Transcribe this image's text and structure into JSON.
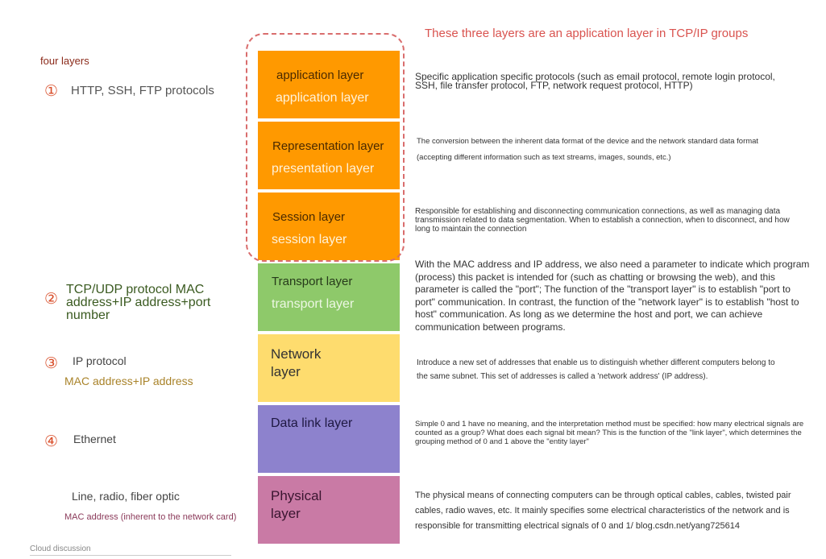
{
  "header": {
    "top_note": "These three layers are an application layer in TCP/IP groups",
    "four_layers": "four layers"
  },
  "left": {
    "group1": {
      "num": "①",
      "label": "HTTP, SSH, FTP protocols"
    },
    "group2": {
      "num": "②",
      "label": "TCP/UDP protocol MAC address+IP address+port number"
    },
    "group3": {
      "num": "③",
      "label": "IP protocol",
      "sub": "MAC address+IP address"
    },
    "group4": {
      "num": "④",
      "label": "Ethernet"
    },
    "group5": {
      "label": "Line, radio, fiber optic",
      "sub": "MAC address (inherent to the network card)"
    }
  },
  "layers": [
    {
      "name": "application layer",
      "alt": "application layer",
      "color": "#ff9900"
    },
    {
      "name": "Representation layer",
      "alt": "presentation layer",
      "color": "#ff9900"
    },
    {
      "name": "Session layer",
      "alt": "session layer",
      "color": "#ff9900"
    },
    {
      "name": "Transport layer",
      "alt": "transport layer",
      "color": "#8ec96a"
    },
    {
      "name": "Network layer",
      "alt": "",
      "color": "#fedc6e"
    },
    {
      "name": "Data link layer",
      "alt": "",
      "color": "#8d82cd"
    },
    {
      "name": "Physical layer",
      "alt": "",
      "color": "#c97aa5"
    }
  ],
  "descriptions": [
    "Specific application specific protocols (such as email protocol, remote login protocol, SSH, file transfer protocol, FTP, network request protocol, HTTP)",
    "The conversion between the inherent data format of the device and the network standard data format (accepting different information such as text streams, images, sounds, etc.)",
    "Responsible for establishing and disconnecting communication connections, as well as managing data transmission related to data segmentation. When to establish a connection, when to disconnect, and how long to maintain the connection",
    "With the MAC address and IP address, we also need a parameter to indicate which program (process) this packet is intended for (such as chatting or browsing the web), and this parameter is called the \"port\"; The function of the \"transport layer\" is to establish \"port to port\" communication. In contrast, the function of the \"network layer\" is to establish \"host to host\" communication. As long as we determine the host and port, we can achieve communication between programs.",
    "Introduce a new set of addresses that enable us to distinguish whether different computers belong to the same subnet. This set of addresses is called a 'network address' (IP address).",
    "Simple 0 and 1 have no meaning, and the interpretation method must be specified: how many electrical signals are counted as a group? What does each signal bit mean? This is the function of the \"link layer\", which determines the grouping method of 0 and 1 above the \"entity layer\"",
    "The physical means of connecting computers can be through optical cables, cables, twisted pair cables, radio waves, etc. It mainly specifies some electrical characteristics of the network and is responsible for transmitting electrical signals of 0 and 1/ blog.csdn.net/yang725614"
  ],
  "footer": {
    "watermark": "Cloud discussion"
  }
}
